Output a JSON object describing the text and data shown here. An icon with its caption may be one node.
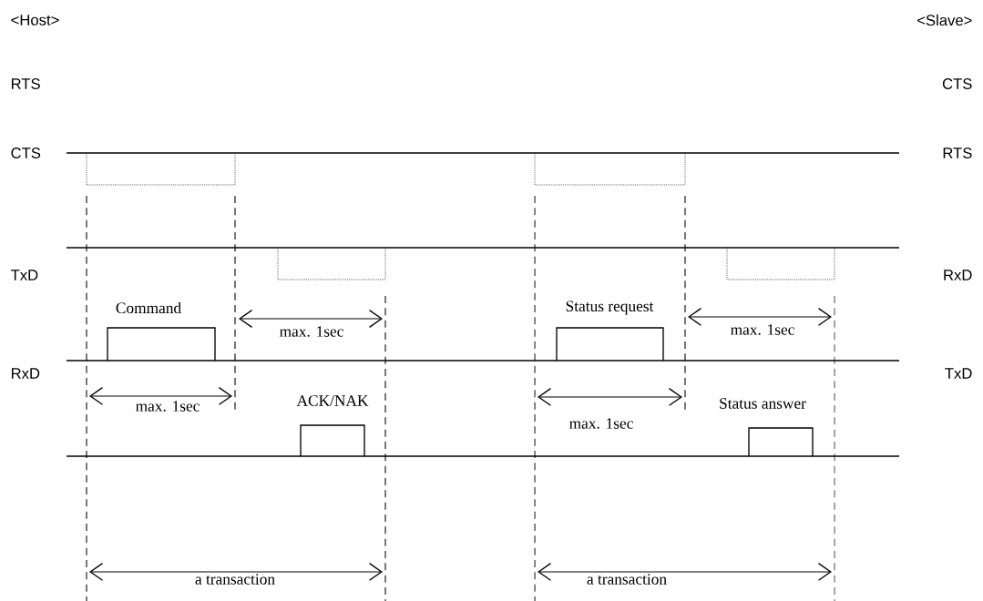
{
  "diagram": {
    "labels": [
      "<Host>",
      "<Slave>",
      "RTS",
      "CTS",
      "CTS",
      "RTS",
      "TxD",
      "RxD",
      "Command",
      "Status request",
      "max. 1sec",
      "max. 1sec",
      "RxD",
      "TxD",
      "max. 1sec",
      "ACK/NAK",
      "Status answer",
      "max. 1sec",
      "a transaction",
      "a transaction"
    ]
  }
}
